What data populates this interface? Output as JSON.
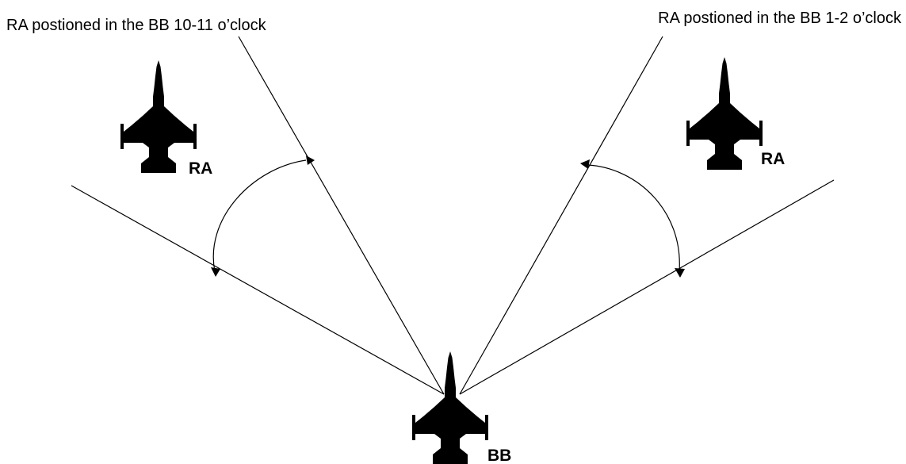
{
  "diagram": {
    "captions": {
      "left": "RA postioned in the BB 10-11 o’clock",
      "right": "RA postioned in the BB 1-2  o’clock"
    },
    "aircraft": {
      "left": {
        "label": "RA",
        "icon": "fighter-jet-icon"
      },
      "right": {
        "label": "RA",
        "icon": "fighter-jet-icon"
      },
      "bottom": {
        "label": "BB",
        "icon": "fighter-jet-icon"
      }
    },
    "colors": {
      "ink": "#000000",
      "background": "#ffffff"
    }
  }
}
